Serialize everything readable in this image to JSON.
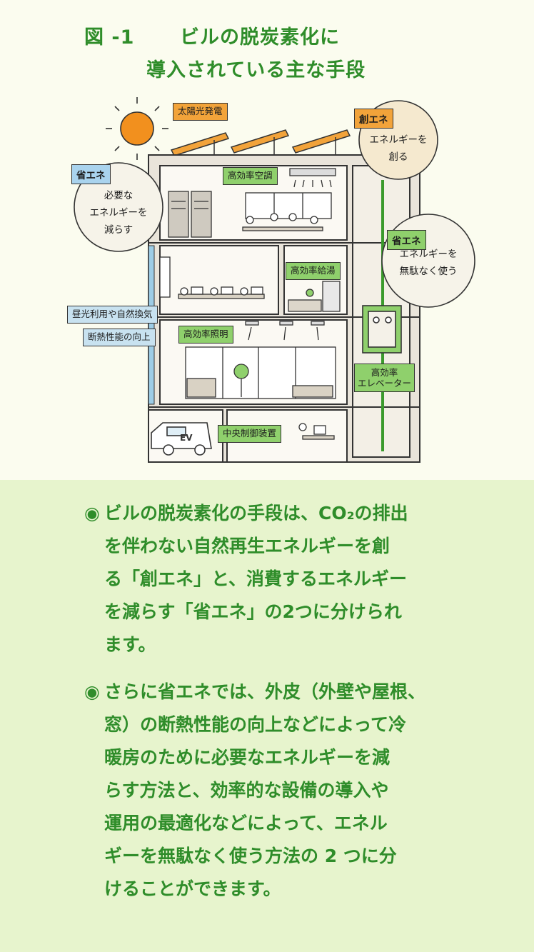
{
  "figure": {
    "number": "図 -1",
    "title_line1": "ビルの脱炭素化に",
    "title_line2": "導入されている主な手段"
  },
  "diagram": {
    "solar_label": "太陽光発電",
    "tags": {
      "sho_ene_1": "省エネ",
      "so_ene": "創エネ",
      "sho_ene_2": "省エネ"
    },
    "bubbles": {
      "left": [
        "必要な",
        "エネルギーを",
        "減らす"
      ],
      "top_right": [
        "エネルギーを",
        "創る"
      ],
      "right": [
        "エネルギーを",
        "無駄なく使う"
      ]
    },
    "labels": {
      "hvac": "高効率空調",
      "water_heater": "高効率給湯",
      "daylight": "昼光利用や自然換気",
      "insulation": "断熱性能の向上",
      "lighting": "高効率照明",
      "elevator_line1": "高効率",
      "elevator_line2": "エレベーター",
      "control": "中央制御装置",
      "ev": "EV"
    },
    "colors": {
      "green_tag": "#8fd06c",
      "orange_tag": "#f2a33a",
      "blue_tag": "#a9d3ee",
      "building_fill": "#ece7de"
    }
  },
  "body": {
    "bullet_glyph": "◉",
    "paragraphs": [
      {
        "lines": [
          "ビルの脱炭素化の手段は、CO₂の排出",
          "を伴わない自然再生エネルギーを創",
          "る「創エネ」と、消費するエネルギー",
          "を減らす「省エネ」の2つに分けられ",
          "ます。"
        ]
      },
      {
        "lines": [
          "さらに省エネでは、外皮（外壁や屋根、",
          "窓）の断熱性能の向上などによって冷",
          "暖房のために必要なエネルギーを減",
          "らす方法と、効率的な設備の導入や",
          "運用の最適化などによって、エネル",
          "ギーを無駄なく使う方法の 2 つに分",
          "けることができます。"
        ]
      }
    ]
  }
}
